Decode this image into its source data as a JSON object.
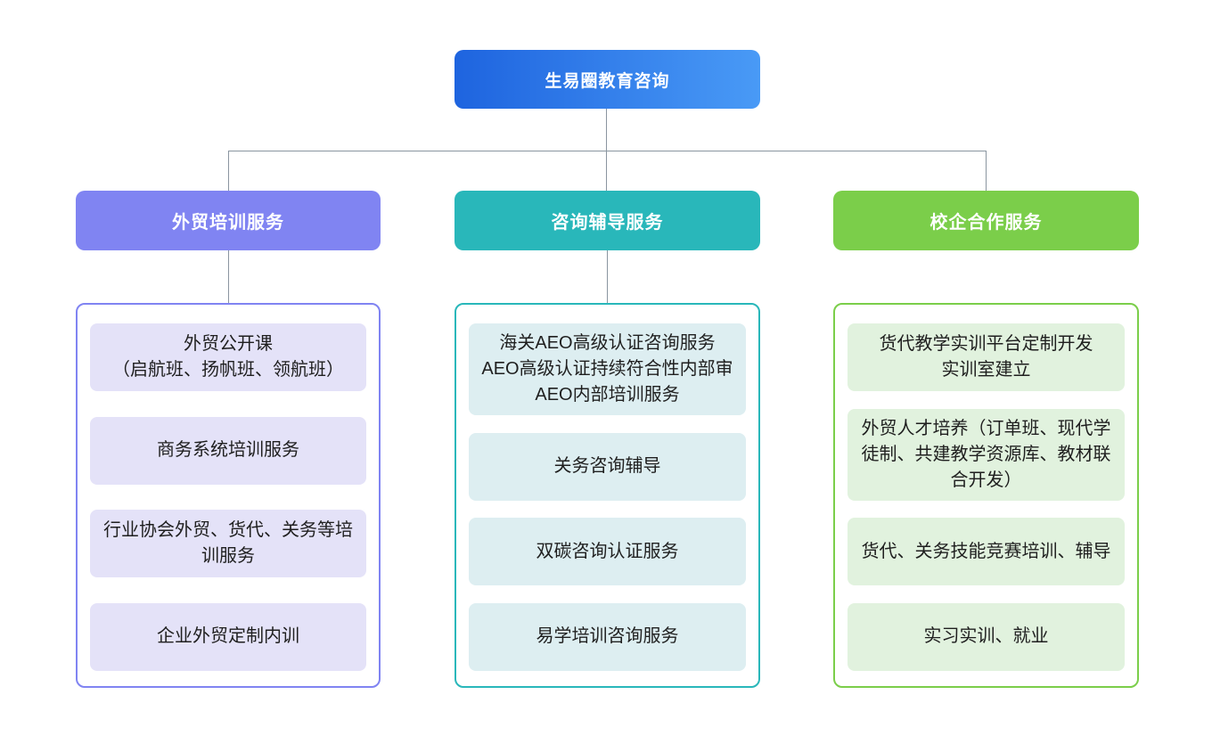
{
  "diagram": {
    "root": {
      "title": "生易圈教育咨询"
    },
    "branches": [
      {
        "label": "外贸培训服务",
        "items": [
          {
            "text": "外贸公开课\n（启航班、扬帆班、领航班）"
          },
          {
            "text": "商务系统培训服务"
          },
          {
            "text": "行业协会外贸、货代、关务等培训服务"
          },
          {
            "text": "企业外贸定制内训"
          }
        ]
      },
      {
        "label": "咨询辅导服务",
        "items": [
          {
            "text": "海关AEO高级认证咨询服务\nAEO高级认证持续符合性内部审\nAEO内部培训服务"
          },
          {
            "text": "关务咨询辅导"
          },
          {
            "text": "双碳咨询认证服务"
          },
          {
            "text": "易学培训咨询服务"
          }
        ]
      },
      {
        "label": "校企合作服务",
        "items": [
          {
            "text": "货代教学实训平台定制开发\n实训室建立"
          },
          {
            "text": "外贸人才培养（订单班、现代学徒制、共建教学资源库、教材联合开发）"
          },
          {
            "text": "货代、关务技能竞赛培训、辅导"
          },
          {
            "text": "实习实训、就业"
          }
        ]
      }
    ],
    "colors": {
      "root_gradient_start": "#1e64df",
      "root_gradient_end": "#499af6",
      "branch1_header": "#8084f2",
      "branch1_item_bg": "#e4e2f8",
      "branch2_header": "#29b7ba",
      "branch2_item_bg": "#ddeef1",
      "branch3_header": "#7bce4a",
      "branch3_item_bg": "#e1f2de",
      "connector": "#8a95a0",
      "item_text": "#1f1f1f"
    }
  }
}
